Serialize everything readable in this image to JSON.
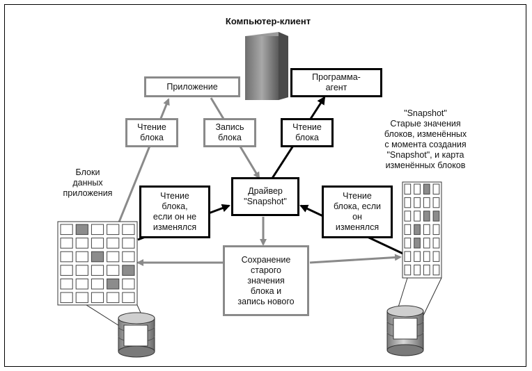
{
  "labels": {
    "client_computer": "Компьютер-клиент",
    "application": "Приложение",
    "agent": "Программа-\nагент",
    "read_block_app": "Чтение\nблока",
    "write_block_app": "Запись\nблока",
    "read_block_agent": "Чтение\nблока",
    "driver": "Драйвер\n\"Snapshot\"",
    "app_data_blocks": "Блоки\nданных\nприложения",
    "read_if_unchanged": "Чтение\nблока,\nесли он не\nизменялся",
    "read_if_changed": "Чтение\nблока, если\nон\nизменялся",
    "save_old_write_new": "Сохранение\nстарого\nзначения\nблока и\nзапись нового",
    "snapshot_desc": "\"Snapshot\"\nСтарые значения\nблоков, изменённых\nс момента создания\n\"Snapshot\", и карта\nизменённых блоков"
  },
  "colors": {
    "gray_line": "#8a8a8a",
    "black_line": "#000000",
    "cell_fill": "#8c8c8c",
    "db_light": "#d9d9d9",
    "db_dark": "#9a9a9a"
  },
  "icons": {
    "server": "server-tower-icon",
    "database": "database-icon"
  }
}
